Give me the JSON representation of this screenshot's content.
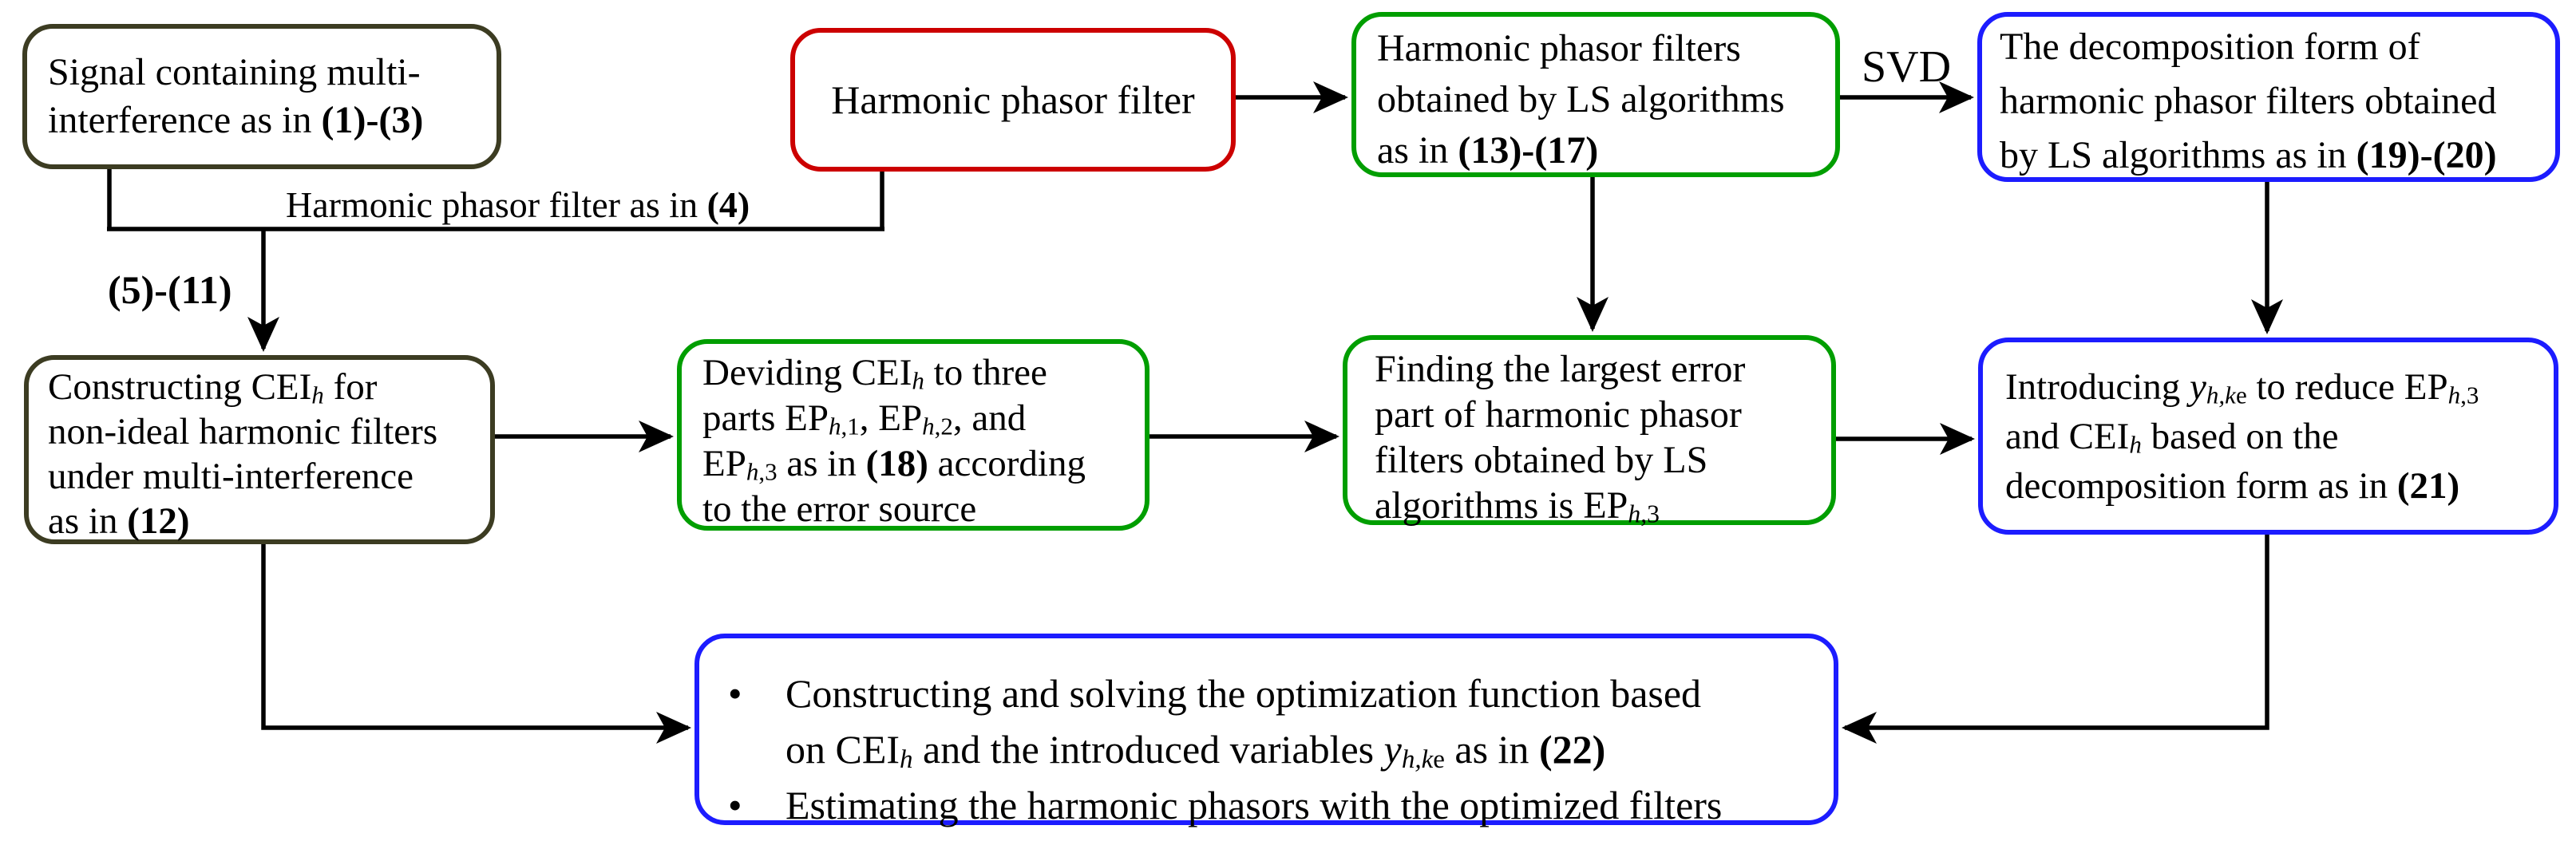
{
  "colors": {
    "olive": "#3c3c22",
    "red": "#cc0000",
    "green": "#009e00",
    "blue": "#1c1cff",
    "line": "#000000"
  },
  "labels": {
    "filter4": [
      {
        "s": "n",
        "t": "Harmonic phasor filter as in "
      },
      {
        "s": "b",
        "t": "(4)"
      }
    ],
    "eq511": [
      {
        "s": "b",
        "t": "(5)-(11)"
      }
    ],
    "svd": "SVD"
  },
  "boxes": {
    "signal": {
      "lines": [
        [
          {
            "s": "n",
            "t": "Signal containing multi-"
          }
        ],
        [
          {
            "s": "n",
            "t": "interference as in "
          },
          {
            "s": "b",
            "t": "(1)-(3)"
          }
        ]
      ]
    },
    "hpf": {
      "lines": [
        [
          {
            "s": "n",
            "t": "Harmonic phasor filter"
          }
        ]
      ]
    },
    "lsfilters": {
      "lines": [
        [
          {
            "s": "n",
            "t": "Harmonic phasor filters"
          }
        ],
        [
          {
            "s": "n",
            "t": "obtained by LS algorithms"
          }
        ],
        [
          {
            "s": "n",
            "t": "as in "
          },
          {
            "s": "b",
            "t": "(13)-(17)"
          }
        ]
      ]
    },
    "decomp": {
      "lines": [
        [
          {
            "s": "n",
            "t": "The decomposition form of"
          }
        ],
        [
          {
            "s": "n",
            "t": "harmonic phasor filters obtained"
          }
        ],
        [
          {
            "s": "n",
            "t": "by LS algorithms as in "
          },
          {
            "s": "b",
            "t": "(19)-(20)"
          }
        ]
      ]
    },
    "cei": {
      "lines": [
        [
          {
            "s": "n",
            "t": "Constructing CEI"
          },
          {
            "s": "subi",
            "t": "h"
          },
          {
            "s": "n",
            "t": " for"
          }
        ],
        [
          {
            "s": "n",
            "t": "non-ideal harmonic filters"
          }
        ],
        [
          {
            "s": "n",
            "t": "under multi-interference"
          }
        ],
        [
          {
            "s": "n",
            "t": "as in "
          },
          {
            "s": "b",
            "t": "(12)"
          }
        ]
      ]
    },
    "deviding": {
      "lines": [
        [
          {
            "s": "n",
            "t": "Deviding CEI"
          },
          {
            "s": "subi",
            "t": "h"
          },
          {
            "s": "n",
            "t": " to three"
          }
        ],
        [
          {
            "s": "n",
            "t": "parts EP"
          },
          {
            "s": "subi",
            "t": "h"
          },
          {
            "s": "sub",
            "t": ",1"
          },
          {
            "s": "n",
            "t": ", EP"
          },
          {
            "s": "subi",
            "t": "h"
          },
          {
            "s": "sub",
            "t": ",2"
          },
          {
            "s": "n",
            "t": ", and"
          }
        ],
        [
          {
            "s": "n",
            "t": "EP"
          },
          {
            "s": "subi",
            "t": "h"
          },
          {
            "s": "sub",
            "t": ",3"
          },
          {
            "s": "n",
            "t": " as in "
          },
          {
            "s": "b",
            "t": "(18)"
          },
          {
            "s": "n",
            "t": " according"
          }
        ],
        [
          {
            "s": "n",
            "t": "to the error source"
          }
        ]
      ]
    },
    "finding": {
      "lines": [
        [
          {
            "s": "n",
            "t": "Finding the largest error"
          }
        ],
        [
          {
            "s": "n",
            "t": "part of harmonic phasor"
          }
        ],
        [
          {
            "s": "n",
            "t": "filters obtained by LS"
          }
        ],
        [
          {
            "s": "n",
            "t": "algorithms is EP"
          },
          {
            "s": "subi",
            "t": "h"
          },
          {
            "s": "sub",
            "t": ",3"
          }
        ]
      ]
    },
    "introducing": {
      "lines": [
        [
          {
            "s": "n",
            "t": "Introducing "
          },
          {
            "s": "i",
            "t": "y"
          },
          {
            "s": "subi",
            "t": "h,k"
          },
          {
            "s": "sub",
            "t": "e"
          },
          {
            "s": "n",
            "t": " to reduce EP"
          },
          {
            "s": "subi",
            "t": "h"
          },
          {
            "s": "sub",
            "t": ",3"
          }
        ],
        [
          {
            "s": "n",
            "t": "and CEI"
          },
          {
            "s": "subi",
            "t": "h"
          },
          {
            "s": "n",
            "t": " based on the"
          }
        ],
        [
          {
            "s": "n",
            "t": "decomposition form as in "
          },
          {
            "s": "b",
            "t": "(21)"
          }
        ]
      ]
    },
    "optimization": {
      "bullet": "•",
      "bullets": [
        [
          [
            {
              "s": "n",
              "t": "Constructing and solving the optimization function based"
            }
          ],
          [
            {
              "s": "n",
              "t": "on CEI"
            },
            {
              "s": "subi",
              "t": "h"
            },
            {
              "s": "n",
              "t": " and the introduced variables "
            },
            {
              "s": "i",
              "t": "y"
            },
            {
              "s": "subi",
              "t": "h,k"
            },
            {
              "s": "sub",
              "t": "e"
            },
            {
              "s": "n",
              "t": " as in "
            },
            {
              "s": "b",
              "t": "(22)"
            }
          ]
        ],
        [
          [
            {
              "s": "n",
              "t": "Estimating the harmonic phasors with the optimized filters"
            }
          ]
        ]
      ]
    }
  }
}
